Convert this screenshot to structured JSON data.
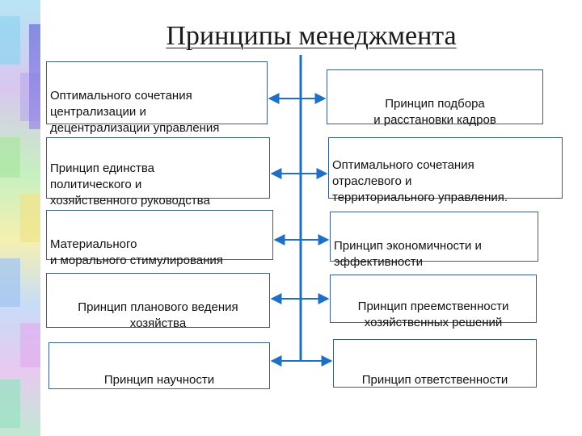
{
  "title": "Принципы менеджмента",
  "colors": {
    "line": "#1e6fc6",
    "box_border": "#3b5c8c"
  },
  "left_boxes": [
    {
      "text": "Оптимального сочетания\nцентрализации и\n децентрализации управления",
      "align": "left"
    },
    {
      "text": "Принцип единства\n политического и\n хозяйственного руководства",
      "align": "left"
    },
    {
      "text": "Материального\nи морального стимулирования",
      "align": "left"
    },
    {
      "text": "Принцип планового ведения\nхозяйства",
      "align": "center"
    },
    {
      "text": "Принцип научности",
      "align": "center"
    }
  ],
  "right_boxes": [
    {
      "text": "Принцип подбора\nи расстановки кадров",
      "align": "center"
    },
    {
      "text": "Оптимального сочетания\nотраслевого и\nтерриториального управления.",
      "align": "left"
    },
    {
      "text": "Принцип экономичности и\nэффективности",
      "align": "left"
    },
    {
      "text": "Принцип преемственности\nхозяйственных решений",
      "align": "center"
    },
    {
      "text": "Принцип ответственности",
      "align": "center"
    }
  ]
}
